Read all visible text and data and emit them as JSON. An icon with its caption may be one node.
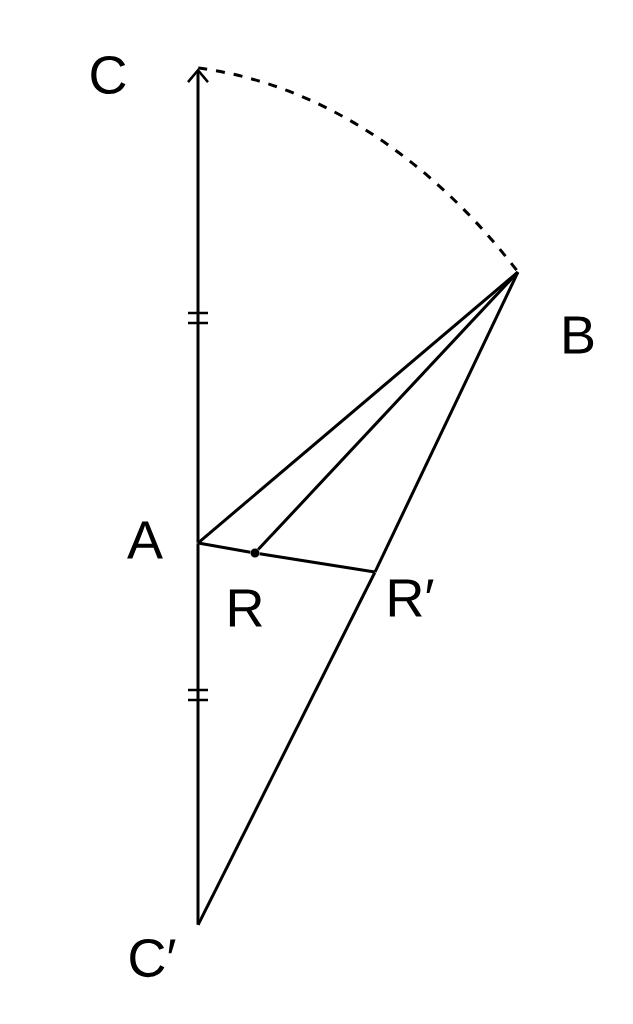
{
  "diagram": {
    "nodes": [
      {
        "text": [
          "C"
        ]
      },
      {
        "text": [
          "B"
        ]
      },
      {
        "text": [
          "A"
        ]
      },
      {
        "text": [
          "R"
        ]
      },
      {
        "text": [
          "R′"
        ]
      },
      {
        "text": [
          "C′"
        ]
      }
    ],
    "edges": [
      {
        "from": 2,
        "to": 0,
        "arrow": "to"
      },
      {
        "from": 2,
        "to": 5,
        "arrow": "none"
      },
      {
        "from": 2,
        "to": 1,
        "arrow": "none"
      },
      {
        "from": 3,
        "to": 1,
        "arrow": "none"
      },
      {
        "from": 2,
        "to": 3,
        "arrow": "none"
      },
      {
        "from": 3,
        "to": 4,
        "arrow": "none"
      },
      {
        "from": 4,
        "to": 1,
        "arrow": "none"
      },
      {
        "from": 4,
        "to": 5,
        "arrow": "none"
      },
      {
        "from": 0,
        "to": 1,
        "arrow": "none",
        "style": "dashed"
      }
    ]
  }
}
